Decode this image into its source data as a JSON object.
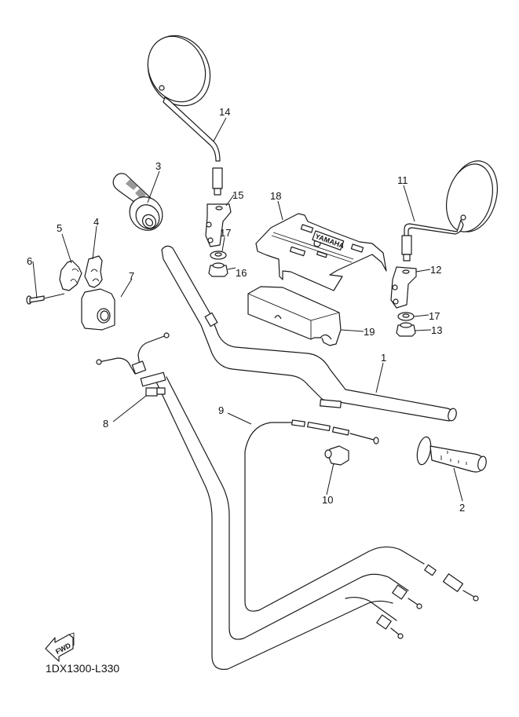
{
  "diagram": {
    "title_code": "1DX1300-L330",
    "direction_label": "FWD",
    "callouts": [
      {
        "id": "1",
        "part": "handlebar"
      },
      {
        "id": "2",
        "part": "grip-left"
      },
      {
        "id": "3",
        "part": "throttle-grip"
      },
      {
        "id": "4",
        "part": "throttle-housing-upper"
      },
      {
        "id": "5",
        "part": "throttle-housing-lower"
      },
      {
        "id": "6",
        "part": "screw"
      },
      {
        "id": "7",
        "part": "handlebar-holder-cap"
      },
      {
        "id": "8",
        "part": "throttle-cable-assembly"
      },
      {
        "id": "9",
        "part": "clutch-cable"
      },
      {
        "id": "10",
        "part": "cable-adjuster"
      },
      {
        "id": "11",
        "part": "rear-view-mirror-left"
      },
      {
        "id": "12",
        "part": "mirror-bracket-left"
      },
      {
        "id": "13",
        "part": "nut-left"
      },
      {
        "id": "14",
        "part": "rear-view-mirror-right"
      },
      {
        "id": "15",
        "part": "mirror-bracket-right"
      },
      {
        "id": "16",
        "part": "nut-right"
      },
      {
        "id": "17",
        "part": "washer"
      },
      {
        "id": "18",
        "part": "handlebar-cover"
      },
      {
        "id": "19",
        "part": "handlebar-pad"
      }
    ],
    "cover_logo_text": "YAMAHA"
  }
}
